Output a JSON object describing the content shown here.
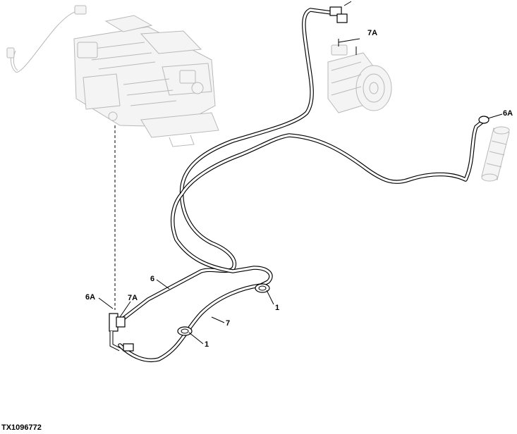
{
  "callouts": {
    "c_6a_top": "6A",
    "c_7a_top": "7A",
    "c_6a_bottom": "6A",
    "c_7a_bottom": "7A",
    "c_6": "6",
    "c_7": "7",
    "c_1_upper": "1",
    "c_1_lower": "1"
  },
  "figure_id": "TX1096772",
  "colors": {
    "line": "#000000",
    "ghost_stroke": "#b9b9b9",
    "ghost_fill": "#f4f4f4",
    "background": "#ffffff"
  }
}
